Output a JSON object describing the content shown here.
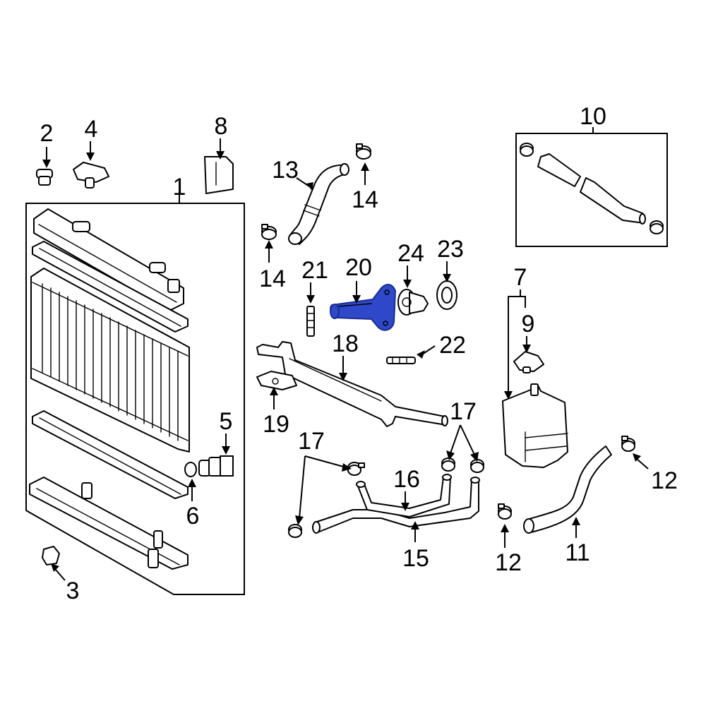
{
  "diagram": {
    "highlight_color": "#2f47c9",
    "callouts": {
      "c1": "1",
      "c2": "2",
      "c3": "3",
      "c4": "4",
      "c5": "5",
      "c6": "6",
      "c7": "7",
      "c8": "8",
      "c9": "9",
      "c10": "10",
      "c11": "11",
      "c12a": "12",
      "c12b": "12",
      "c13": "13",
      "c14a": "14",
      "c14b": "14",
      "c15": "15",
      "c16": "16",
      "c17a": "17",
      "c17b": "17",
      "c18": "18",
      "c19": "19",
      "c20": "20",
      "c21": "21",
      "c22": "22",
      "c23": "23",
      "c24": "24"
    }
  }
}
